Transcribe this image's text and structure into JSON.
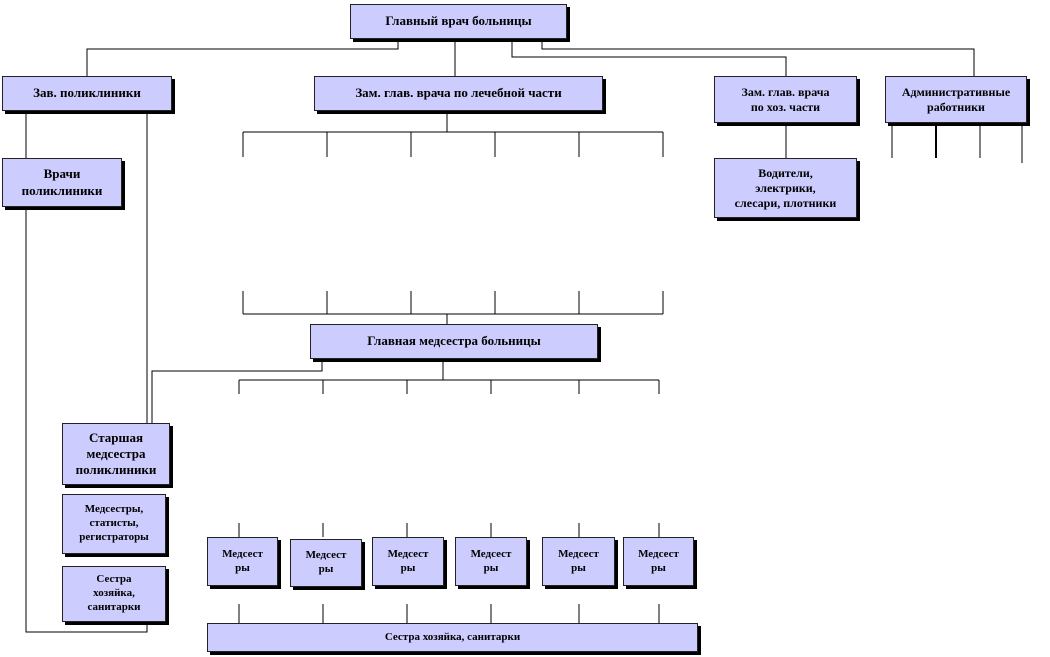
{
  "chart": {
    "chief_doctor": "Главный врач больницы",
    "head_polyclinic": "Зав. поликлиники",
    "deputy_medical": "Зам. глав. врача по лечебной части",
    "deputy_economic": "Зам. глав. врача\nпо хоз. части",
    "administrative": "Административные\nработники",
    "polyclinic_doctors": "Врачи\nполиклиники",
    "drivers": "Водители,\nэлектрики,\nслесари, плотники",
    "head_nurse": "Главная медсестра больницы",
    "senior_nurse_polyclinic": "Старшая\nмедсестра\nполиклиники",
    "nurses_statistics": "Медсестры,\nстатисты,\nрегистраторы",
    "housekeeper_polyclinic": "Сестра\nхозяйка,\nсанитарки",
    "nurses": [
      "Медсест\nры",
      "Медсест\nры",
      "Медсест\nры",
      "Медсест\nры",
      "Медсест\nры",
      "Медсест\nры"
    ],
    "housekeeper_hospital": "Сестра хозяйка,  санитарки"
  },
  "colors": {
    "box_fill": "#ccccff",
    "border": "#222222",
    "shadow": "#000000"
  }
}
